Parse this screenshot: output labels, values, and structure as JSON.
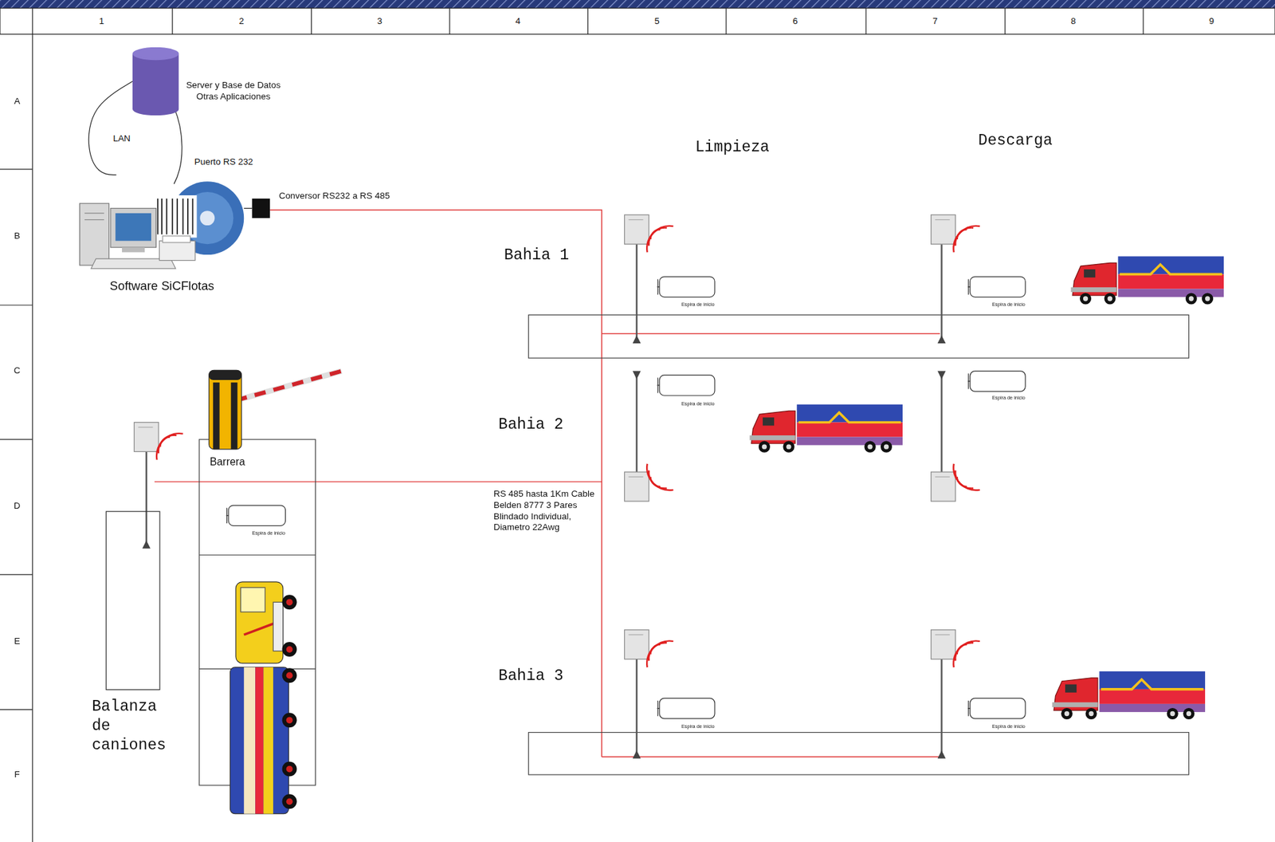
{
  "diagram": {
    "nodes": [
      {
        "text": [
          "Server y Base de Datos Otras Aplicaciones"
        ]
      },
      {
        "text": [
          "Software SiCFlotas"
        ]
      },
      {
        "text": [
          "Conversor RS232 a RS 485"
        ]
      },
      {
        "text": [
          "Balanza de caniones"
        ]
      },
      {
        "text": [
          "Espira de inicio"
        ]
      },
      {
        "text": [
          "Espira de inicio"
        ]
      },
      {
        "text": [
          "Espira de inicio"
        ]
      },
      {
        "text": [
          "Espira de inicio"
        ]
      },
      {
        "text": [
          "Espira de inicio"
        ]
      },
      {
        "text": [
          "Espira de inicio"
        ]
      },
      {
        "text": [
          "Espira de inicio"
        ]
      }
    ],
    "edges": [
      {
        "from": 0,
        "to": 1,
        "label": "LAN",
        "arrow": "none"
      },
      {
        "from": 1,
        "to": 2,
        "label": "Puerto RS 232",
        "arrow": "none"
      }
    ],
    "labels": [
      "1",
      "2",
      "3",
      "4",
      "5",
      "6",
      "7",
      "8",
      "9",
      "A",
      "B",
      "C",
      "D",
      "E",
      "F",
      "Limpieza",
      "Descarga",
      "Bahia 1",
      "Bahia 2",
      "Barrera",
      "RS 485 hasta 1Km Cable Belden 8777 3 Pares Blindado Individual, Diametro 22Awg",
      "Bahia 3"
    ]
  }
}
